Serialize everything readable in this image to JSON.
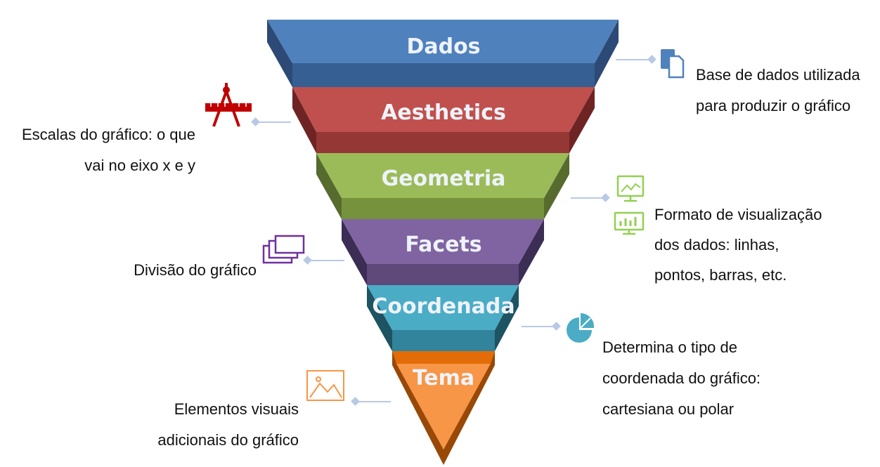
{
  "layers": [
    {
      "label": "Dados",
      "color": "#4f81bd"
    },
    {
      "label": "Aesthetics",
      "color": "#c0504d"
    },
    {
      "label": "Geometria",
      "color": "#9bbb59"
    },
    {
      "label": "Facets",
      "color": "#8064a2"
    },
    {
      "label": "Coordenada",
      "color": "#4bacc6"
    },
    {
      "label": "Tema",
      "color": "#f79646"
    }
  ],
  "descriptions": {
    "dados": [
      "Base de dados utilizada",
      "para produzir o gráfico"
    ],
    "aesthetics": [
      "Escalas do gráfico: o que",
      "vai no eixo x e y"
    ],
    "geometria": [
      "Formato de visualização",
      "dos dados: linhas,",
      "pontos, barras, etc."
    ],
    "facets": [
      "Divisão  do gráfico"
    ],
    "coordenada": [
      "Determina o tipo de",
      "coordenada do gráfico:",
      "cartesiana ou polar"
    ],
    "tema": [
      "Elementos visuais",
      "adicionais do gráfico"
    ]
  },
  "icons": {
    "dados": "document-icon",
    "aesthetics": "compass-ruler-icon",
    "geometria": "monitor-chart-icon",
    "facets": "stacked-windows-icon",
    "coordenada": "pie-chart-icon",
    "tema": "image-icon"
  },
  "connector_color": "#b8c9e6"
}
